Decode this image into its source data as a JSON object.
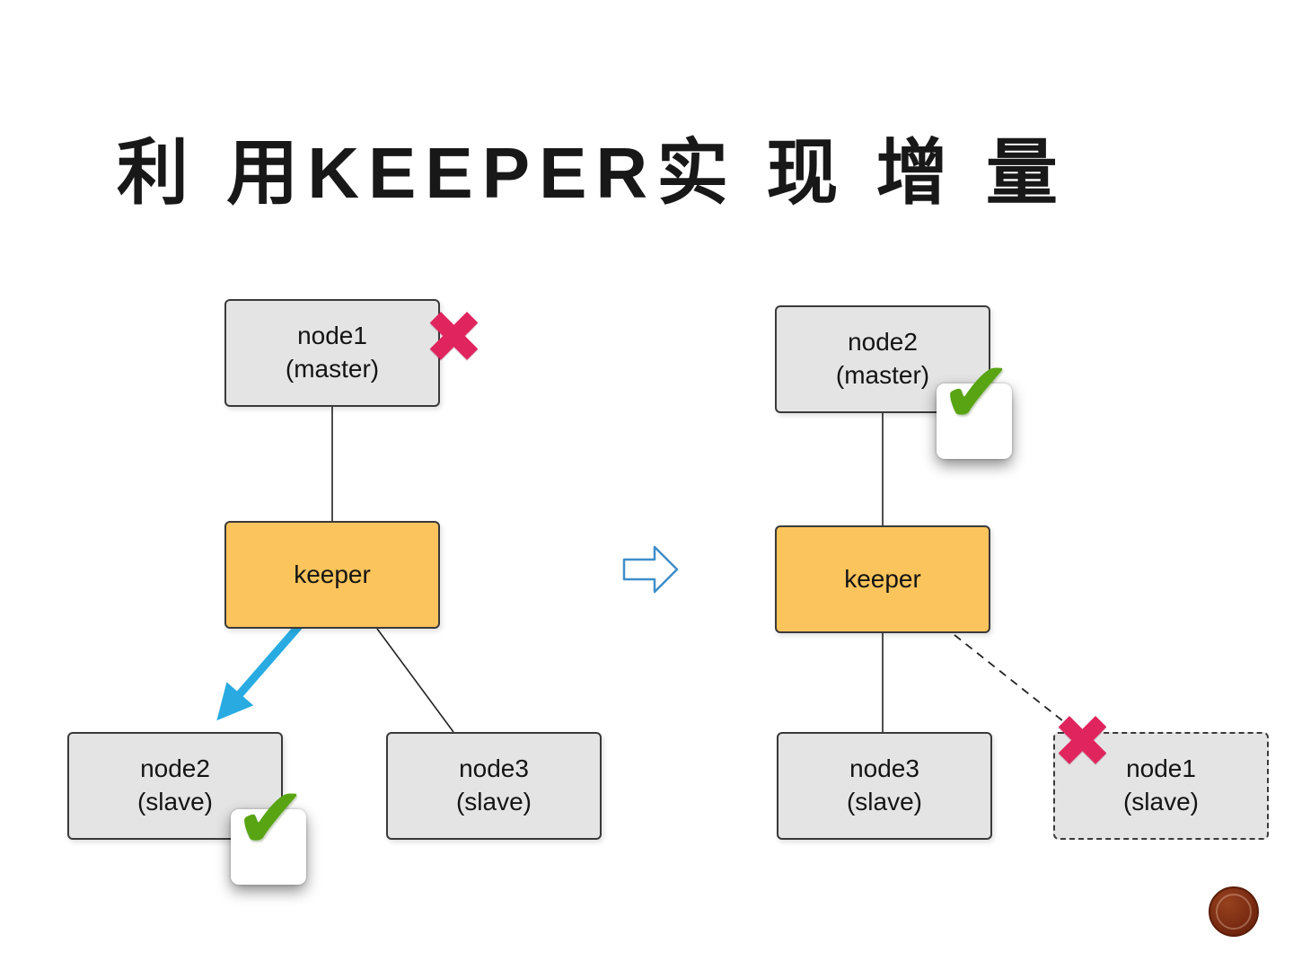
{
  "title": "利 用KEEPER实 现 增 量",
  "left_diagram": {
    "node1": {
      "name": "node1",
      "role": "(master)"
    },
    "keeper": {
      "name": "keeper"
    },
    "node2": {
      "name": "node2",
      "role": "(slave)"
    },
    "node3": {
      "name": "node3",
      "role": "(slave)"
    }
  },
  "right_diagram": {
    "node2": {
      "name": "node2",
      "role": "(master)"
    },
    "keeper": {
      "name": "keeper"
    },
    "node3": {
      "name": "node3",
      "role": "(slave)"
    },
    "node1": {
      "name": "node1",
      "role": "(slave)"
    }
  },
  "icons": {
    "fail_mark": "✖",
    "ok_mark": "✔",
    "transition_arrow": "right-arrow-outline"
  },
  "colors": {
    "background": "#ffffff",
    "node_fill": "#e4e4e4",
    "node_border": "#3a3a3a",
    "keeper_fill": "#fbc45c",
    "failover_arrow_blue": "#29abe2",
    "fail_red": "#e0245e",
    "ok_green": "#58a412",
    "transition_arrow_blue": "#3f8ec9",
    "logo_maroon": "#7b2c12"
  }
}
